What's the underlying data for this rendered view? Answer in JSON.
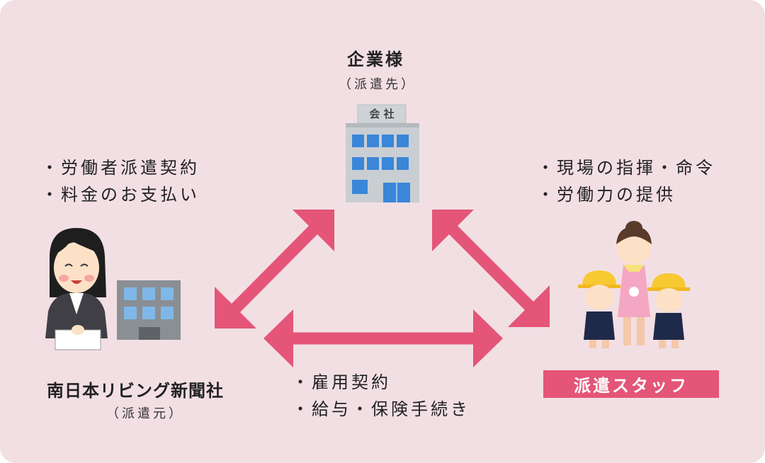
{
  "colors": {
    "background": "#f2dfe4",
    "arrow": "#e45578",
    "badge": "#e45578",
    "text": "#222222"
  },
  "client": {
    "title": "企業様",
    "subtitle": "（派遣先）",
    "building_sign": "会 社",
    "icon": "office-building-icon"
  },
  "agency": {
    "title": "南日本リビング新聞社",
    "subtitle": "（派遣元）",
    "icon": "businesswoman-icon"
  },
  "staff": {
    "label": "派遣スタッフ",
    "icon": "childcare-staff-icon"
  },
  "relations": {
    "agency_client": [
      "・労働者派遣契約",
      "・料金のお支払い"
    ],
    "client_staff": [
      "・現場の指揮・命令",
      "・労働力の提供"
    ],
    "agency_staff": [
      "・雇用契約",
      "・給与・保険手続き"
    ]
  }
}
